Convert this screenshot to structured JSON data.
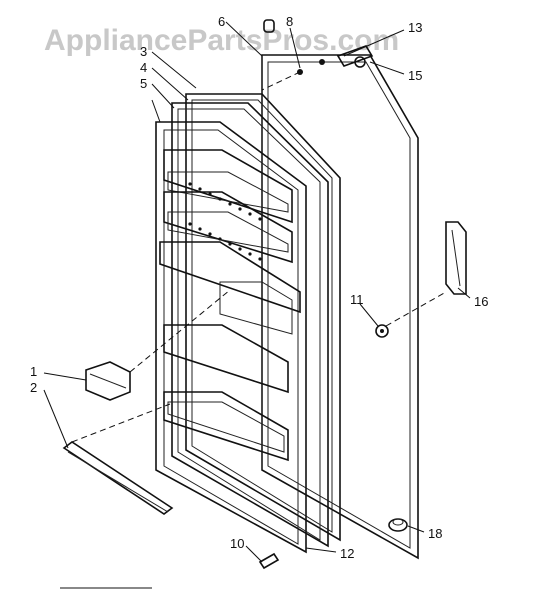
{
  "watermark": "AppliancePartsPros.com",
  "callouts": {
    "c1": "1",
    "c2": "2",
    "c3": "3",
    "c4": "4",
    "c5": "5",
    "c6": "6",
    "c8": "8",
    "c10": "10",
    "c11": "11",
    "c12": "12",
    "c13": "13",
    "c15": "15",
    "c16": "16",
    "c18": "18"
  }
}
